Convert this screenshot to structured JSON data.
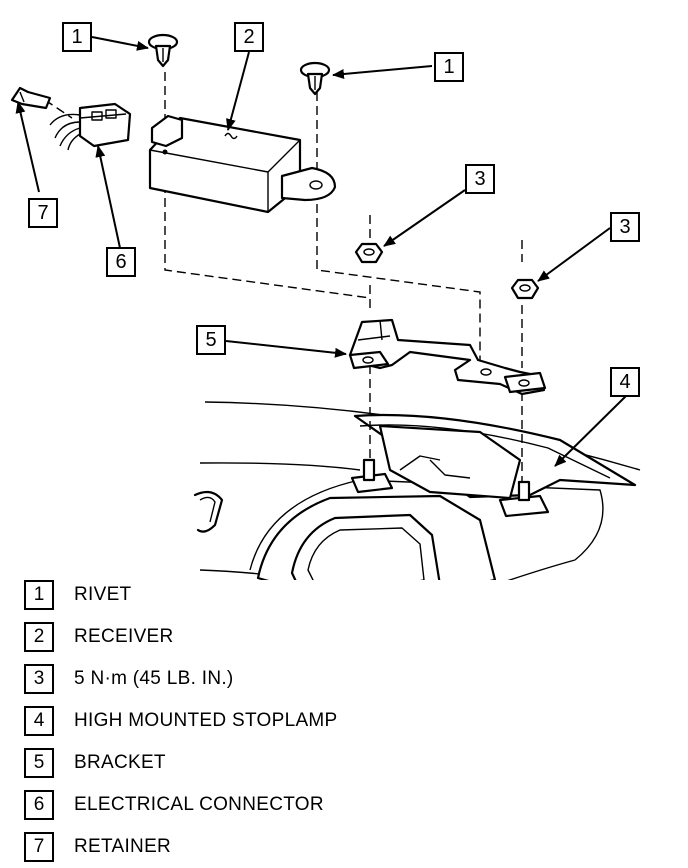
{
  "callouts": [
    {
      "number": "1"
    },
    {
      "number": "2"
    },
    {
      "number": "1"
    },
    {
      "number": "3"
    },
    {
      "number": "3"
    },
    {
      "number": "7"
    },
    {
      "number": "6"
    },
    {
      "number": "5"
    },
    {
      "number": "4"
    }
  ],
  "legend": [
    {
      "number": "1",
      "text": "RIVET"
    },
    {
      "number": "2",
      "text": "RECEIVER"
    },
    {
      "number": "3",
      "text": "5 N·m (45 LB. IN.)"
    },
    {
      "number": "4",
      "text": "HIGH MOUNTED STOPLAMP"
    },
    {
      "number": "5",
      "text": "BRACKET"
    },
    {
      "number": "6",
      "text": "ELECTRICAL CONNECTOR"
    },
    {
      "number": "7",
      "text": "RETAINER"
    }
  ]
}
